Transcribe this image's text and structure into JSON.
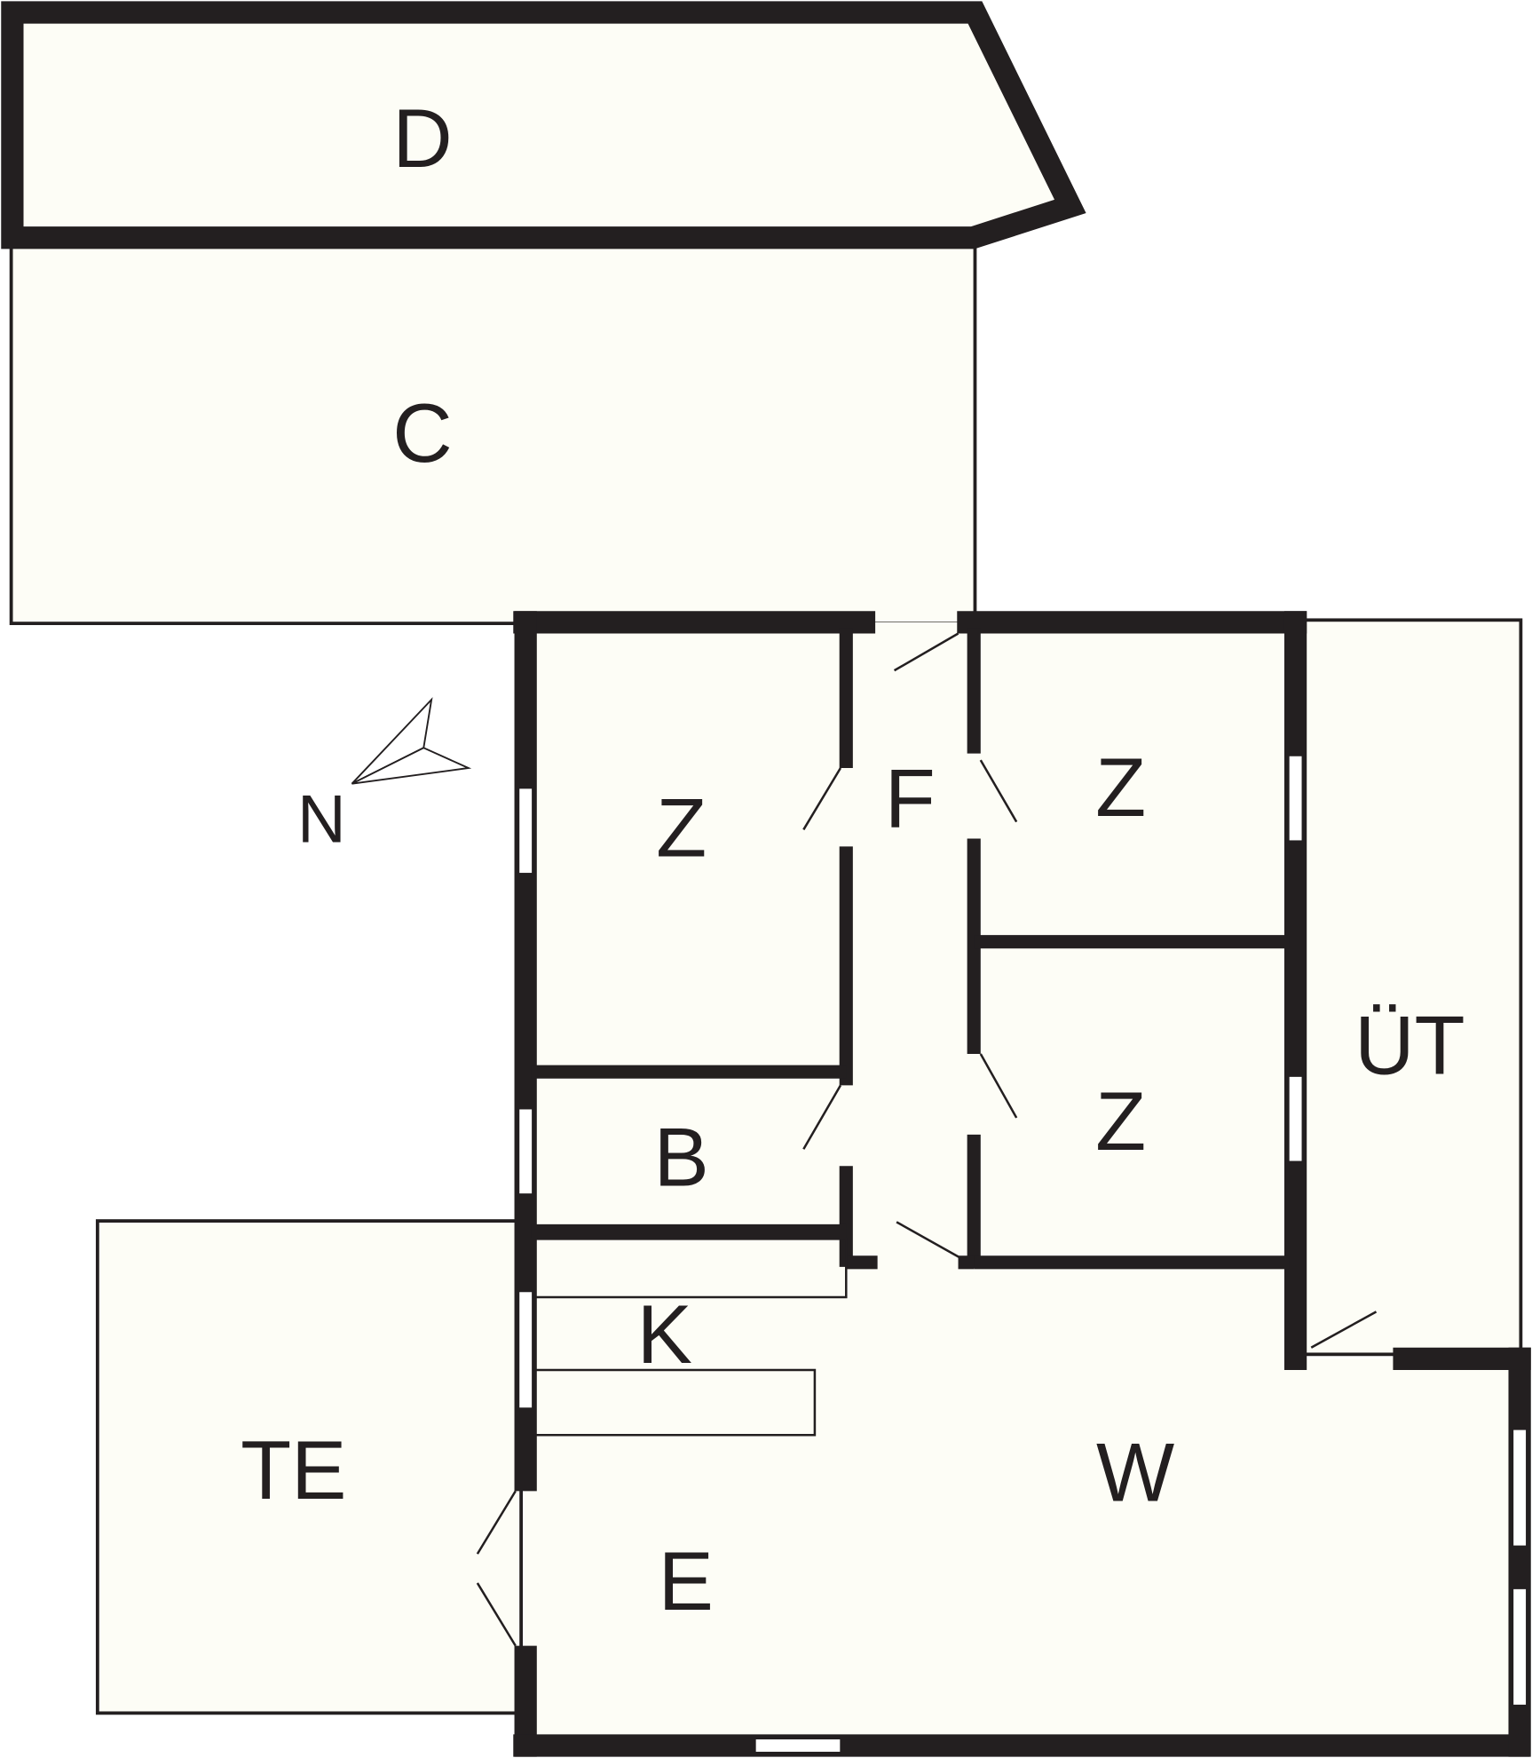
{
  "floor_plan": {
    "colors": {
      "wall": "#231f20",
      "room_fill": "#fdfdf6",
      "background": "#ffffff"
    },
    "rooms": {
      "D": "D",
      "C": "C",
      "Z1": "Z",
      "F": "F",
      "Z2": "Z",
      "Z3": "Z",
      "B": "B",
      "UT": "ÜT",
      "K": "K",
      "TE": "TE",
      "W": "W",
      "E": "E"
    },
    "compass": {
      "label": "N"
    }
  }
}
